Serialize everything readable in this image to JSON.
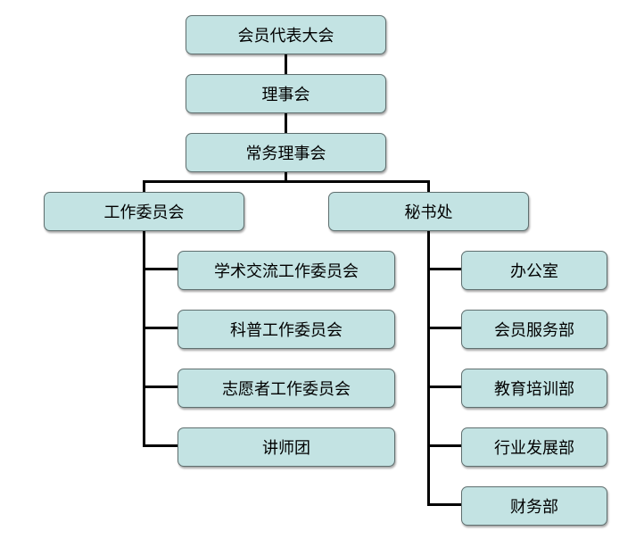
{
  "org_chart": {
    "top_nodes": [
      {
        "label": "会员代表大会"
      },
      {
        "label": "理事会"
      },
      {
        "label": "常务理事会"
      }
    ],
    "left_branch": {
      "label": "工作委员会",
      "children": [
        {
          "label": "学术交流工作委员会"
        },
        {
          "label": "科普工作委员会"
        },
        {
          "label": "志愿者工作委员会"
        },
        {
          "label": "讲师团"
        }
      ]
    },
    "right_branch": {
      "label": "秘书处",
      "children": [
        {
          "label": "办公室"
        },
        {
          "label": "会员服务部"
        },
        {
          "label": "教育培训部"
        },
        {
          "label": "行业发展部"
        },
        {
          "label": "财务部"
        }
      ]
    }
  },
  "colors": {
    "box_fill": "#c3e3e3",
    "box_border": "#5f6f6f",
    "connector": "#000000"
  }
}
